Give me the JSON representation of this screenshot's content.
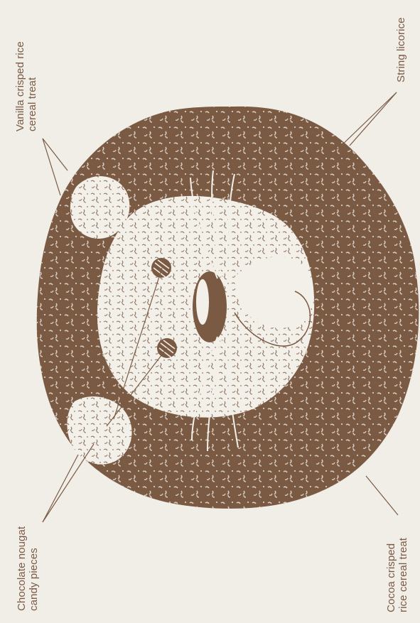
{
  "colors": {
    "background": "#f1eee8",
    "cocoa_treat": "#7b5a43",
    "vanilla_treat": "#f3f0ea",
    "text": "#7a5b43",
    "speckle_dark": "#f3f0ea",
    "speckle_light": "#7b5a43"
  },
  "labels": {
    "vanilla": {
      "line1": "Vanilla crisped rice",
      "line2": "cereal treat"
    },
    "licorice": {
      "line1": "String licorice"
    },
    "chocolate": {
      "line1": "Chocolate nougat",
      "line2": "candy pieces"
    },
    "cocoa": {
      "line1": "Cocoa crisped",
      "line2": "rice cereal treat"
    }
  },
  "icons": {
    "treat": "cat-face-cereal-treat-icon"
  }
}
